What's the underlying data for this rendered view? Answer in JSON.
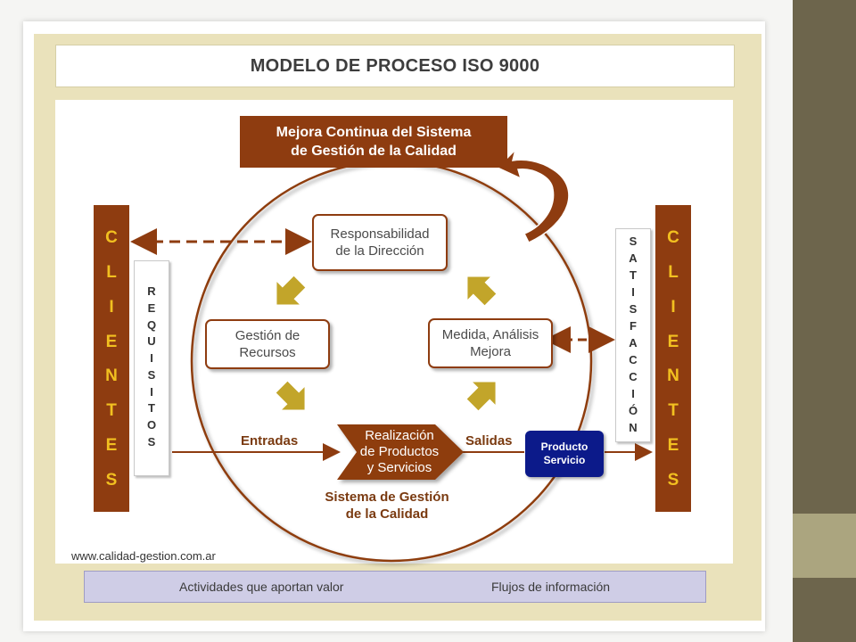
{
  "title": "MODELO DE PROCESO ISO 9000",
  "mejora": "Mejora Continua del Sistema\nde Gestión de la Calidad",
  "clientes_left": [
    "C",
    "L",
    "I",
    "E",
    "N",
    "T",
    "E",
    "S"
  ],
  "clientes_right": [
    "C",
    "L",
    "I",
    "E",
    "N",
    "T",
    "E",
    "S"
  ],
  "requisitos": [
    "R",
    "E",
    "Q",
    "U",
    "I",
    "S",
    "I",
    "T",
    "O",
    "S"
  ],
  "satisfaccion": [
    "S",
    "A",
    "T",
    "I",
    "S",
    "F",
    "A",
    "C",
    "C",
    "I",
    "Ó",
    "N"
  ],
  "processes": {
    "responsabilidad": "Responsabilidad\nde la Dirección",
    "recursos": "Gestión de\nRecursos",
    "medida": "Medida, Análisis\nMejora",
    "realizacion": "Realización\nde Productos\ny Servicios"
  },
  "entradas": "Entradas",
  "salidas": "Salidas",
  "producto": "Producto\nServicio",
  "sistema": "Sistema de Gestión\nde la Calidad",
  "website": "www.calidad-gestion.com.ar",
  "legend": {
    "solid": "Actividades que aportan valor",
    "dashed": "Flujos de información"
  },
  "colors": {
    "brown": "#8e3c10",
    "yellow": "#f2c020",
    "olive_arrows": "#c2a52a",
    "navy": "#0c1a8a",
    "legend_bg": "#cfcde6",
    "sidebar": "#6d654c"
  }
}
